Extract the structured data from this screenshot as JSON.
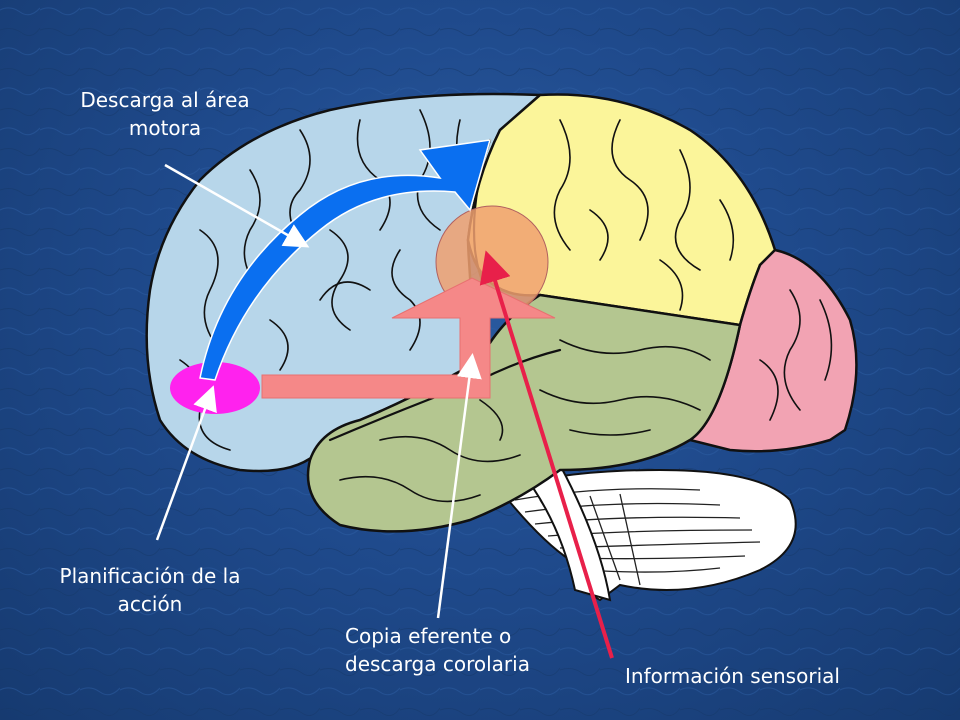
{
  "labels": {
    "motor_discharge": [
      "Descarga al área",
      "motora"
    ],
    "action_planning": [
      "Planificación de la",
      "acción"
    ],
    "efference_copy": [
      "Copia eferente o",
      "descarga corolaria"
    ],
    "sensory_info": "Información sensorial"
  },
  "colors": {
    "background": "#1f4a8c",
    "frontal_lobe": "#b7d6ea",
    "parietal_lobe": "#fbf59a",
    "temporal_lobe": "#b4c690",
    "occipital_lobe": "#f2a3b3",
    "cerebellum": "#ffffff",
    "planning_area": "#ff22ee",
    "comparator_area": "#f0a070",
    "motor_arrow": "#0a6ff0",
    "efference_arrow": "#f58888",
    "sensory_arrow": "#e8204a",
    "pointer_lines": "#ffffff"
  }
}
